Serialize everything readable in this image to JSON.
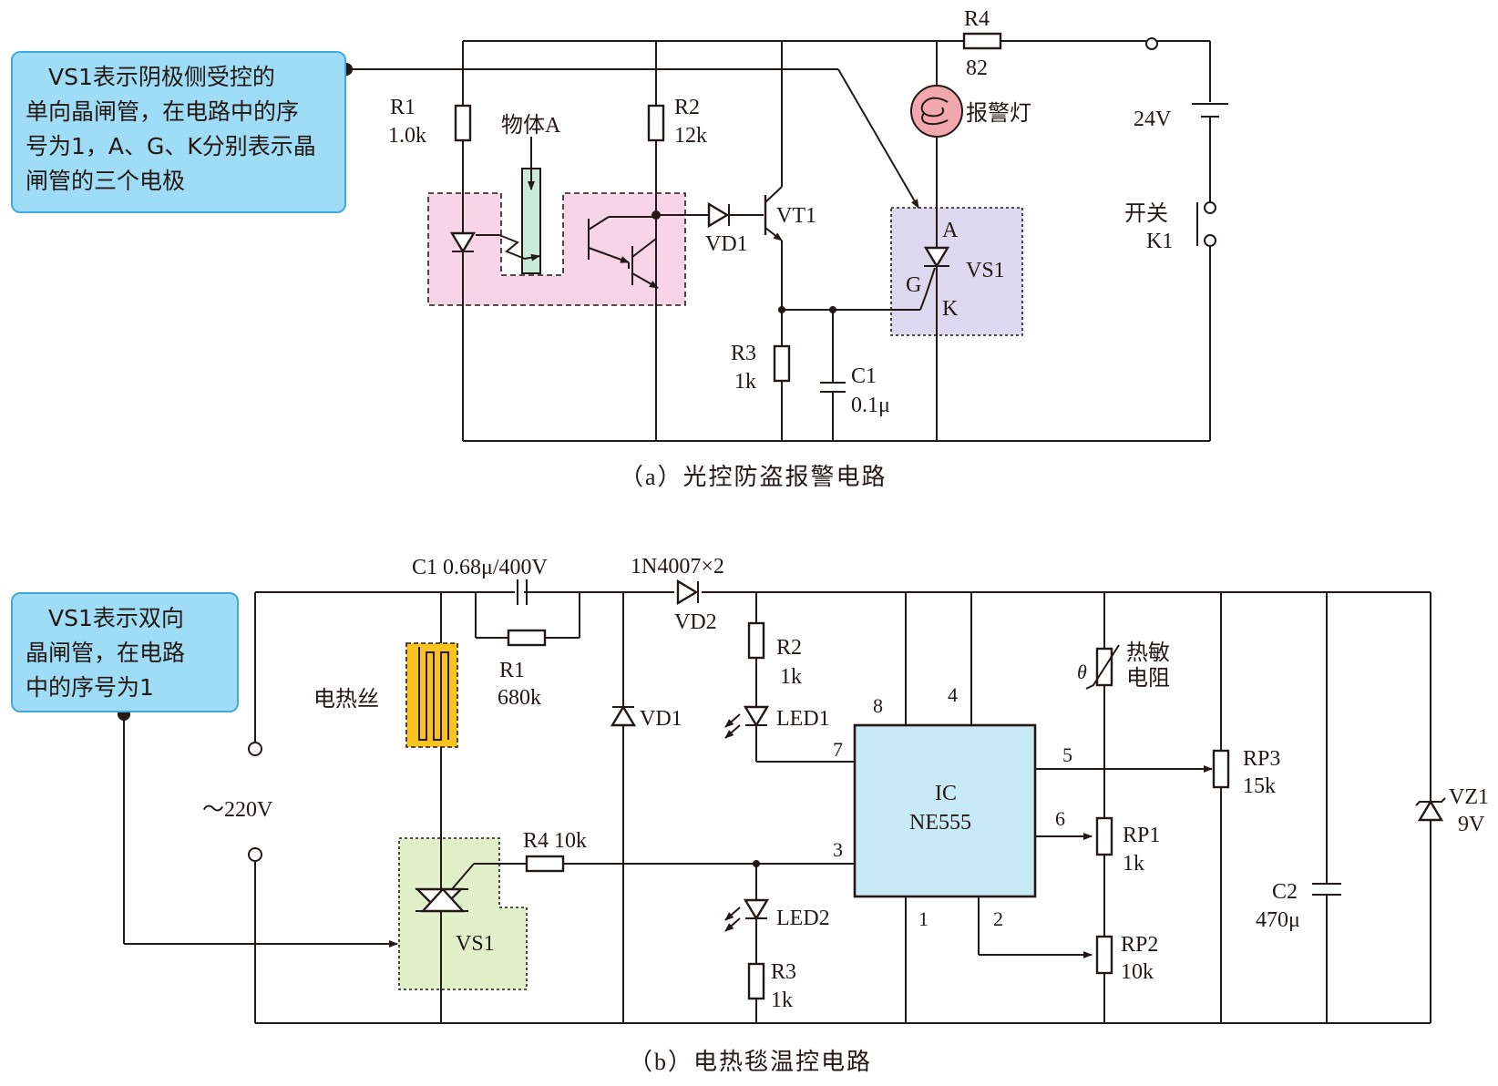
{
  "circuit_a": {
    "caption": "（a）光控防盗报警电路",
    "note_lines": [
      "　VS1表示阴极侧受控的",
      "单向晶闸管，在电路中的序",
      "号为1，A、G、K分别表示晶",
      "闸管的三个电极"
    ],
    "r1_name": "R1",
    "r1_value": "1.0k",
    "object_label": "物体A",
    "r2_name": "R2",
    "r2_value": "12k",
    "vd1_label": "VD1",
    "vt1_label": "VT1",
    "r3_name": "R3",
    "r3_value": "1k",
    "c1_name": "C1",
    "c1_value": "0.1μ",
    "r4_name": "R4",
    "r4_value": "82",
    "lamp_label": "报警灯",
    "vs1_label": "VS1",
    "pin_a": "A",
    "pin_g": "G",
    "pin_k": "K",
    "battery_label": "24V",
    "switch_label_1": "开关",
    "switch_label_2": "K1"
  },
  "circuit_b": {
    "caption": "（b）电热毯温控电路",
    "note_lines": [
      "　VS1表示双向",
      "晶闸管，在电路",
      "中的序号为1"
    ],
    "c1_label": "C1 0.68μ/400V",
    "r1_name": "R1",
    "r1_value": "680k",
    "diode_label": "1N4007×2",
    "vd2_label": "VD2",
    "vd1_label": "VD1",
    "heater_label": "电热丝",
    "mains_label": "～220V",
    "vs1_label": "VS1",
    "r4_label": "R4 10k",
    "r2_name": "R2",
    "r2_value": "1k",
    "led1_label": "LED1",
    "led2_label": "LED2",
    "r3_name": "R3",
    "r3_value": "1k",
    "ic_name": "IC",
    "ic_part": "NE555",
    "pin_8": "8",
    "pin_4": "4",
    "pin_7": "7",
    "pin_5": "5",
    "pin_6": "6",
    "pin_3": "3",
    "pin_1": "1",
    "pin_2": "2",
    "thermistor_line1": "热敏",
    "thermistor_line2": "电阻",
    "theta": "θ",
    "rp3_name": "RP3",
    "rp3_value": "15k",
    "rp1_name": "RP1",
    "rp1_value": "1k",
    "rp2_name": "RP2",
    "rp2_value": "10k",
    "c2_name": "C2",
    "c2_value": "470μ",
    "vz1_name": "VZ1",
    "vz1_value": "9V"
  },
  "colors": {
    "optocoupler_fill": "#f7d4e6",
    "scr_box_fill": "#ddd9f0",
    "lamp_fill": "#f2a7ad",
    "heater_fill": "#f8c31a",
    "triac_box_fill": "#e2f0c9",
    "ic_fill": "#c8eaf7",
    "note_fill": "#9fdcf5",
    "note_border": "#3fa9dd"
  }
}
